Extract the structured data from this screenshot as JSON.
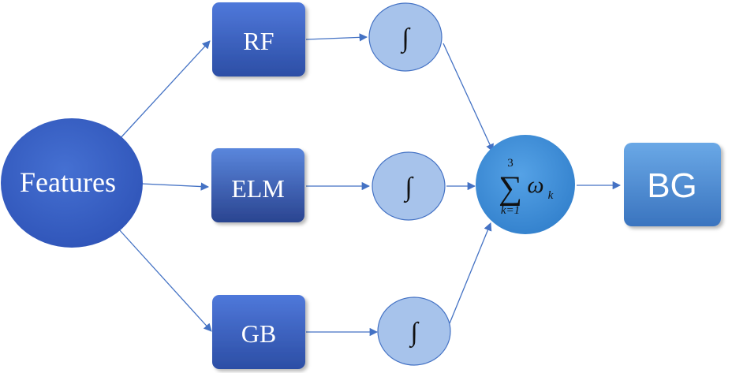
{
  "nodes": {
    "features": "Features",
    "rf": "RF",
    "elm": "ELM",
    "gb": "GB",
    "integral": "∫",
    "sum_symbol": "∑",
    "sum_upper": "3",
    "sum_lower": "k=1",
    "sum_term": "ω",
    "sum_term_sub": "k",
    "output": "BG"
  },
  "colors": {
    "features_fill": "#3a5fc4",
    "model_box_top": "#4a72d6",
    "model_box_bottom": "#2b4ea6",
    "integral_fill": "#a9c4ec",
    "sum_fill": "#3f8fd8",
    "output_top": "#5c9ee0",
    "output_bottom": "#3d78c2",
    "edge": "#4472c4"
  }
}
